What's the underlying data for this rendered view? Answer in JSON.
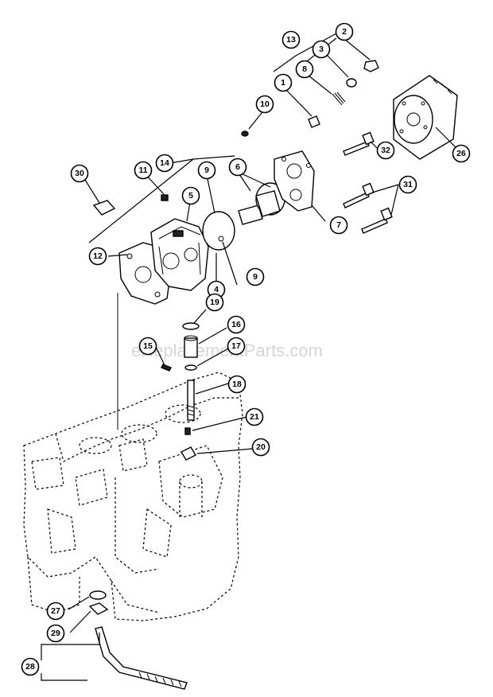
{
  "watermark": "eReplacementParts.com",
  "callouts": [
    {
      "id": "c1",
      "label": "1"
    },
    {
      "id": "c2",
      "label": "2"
    },
    {
      "id": "c3",
      "label": "3"
    },
    {
      "id": "c4",
      "label": "4"
    },
    {
      "id": "c5",
      "label": "5"
    },
    {
      "id": "c6",
      "label": "6"
    },
    {
      "id": "c7",
      "label": "7"
    },
    {
      "id": "c8",
      "label": "8"
    },
    {
      "id": "c9a",
      "label": "9"
    },
    {
      "id": "c9b",
      "label": "9"
    },
    {
      "id": "c10",
      "label": "10"
    },
    {
      "id": "c11",
      "label": "11"
    },
    {
      "id": "c12",
      "label": "12"
    },
    {
      "id": "c13",
      "label": "13"
    },
    {
      "id": "c14",
      "label": "14"
    },
    {
      "id": "c15",
      "label": "15"
    },
    {
      "id": "c16",
      "label": "16"
    },
    {
      "id": "c17",
      "label": "17"
    },
    {
      "id": "c18",
      "label": "18"
    },
    {
      "id": "c19",
      "label": "19"
    },
    {
      "id": "c20",
      "label": "20"
    },
    {
      "id": "c21",
      "label": "21"
    },
    {
      "id": "c26",
      "label": "26"
    },
    {
      "id": "c27",
      "label": "27"
    },
    {
      "id": "c28",
      "label": "28"
    },
    {
      "id": "c29",
      "label": "29"
    },
    {
      "id": "c30",
      "label": "30"
    },
    {
      "id": "c31",
      "label": "31"
    },
    {
      "id": "c32",
      "label": "32"
    }
  ]
}
